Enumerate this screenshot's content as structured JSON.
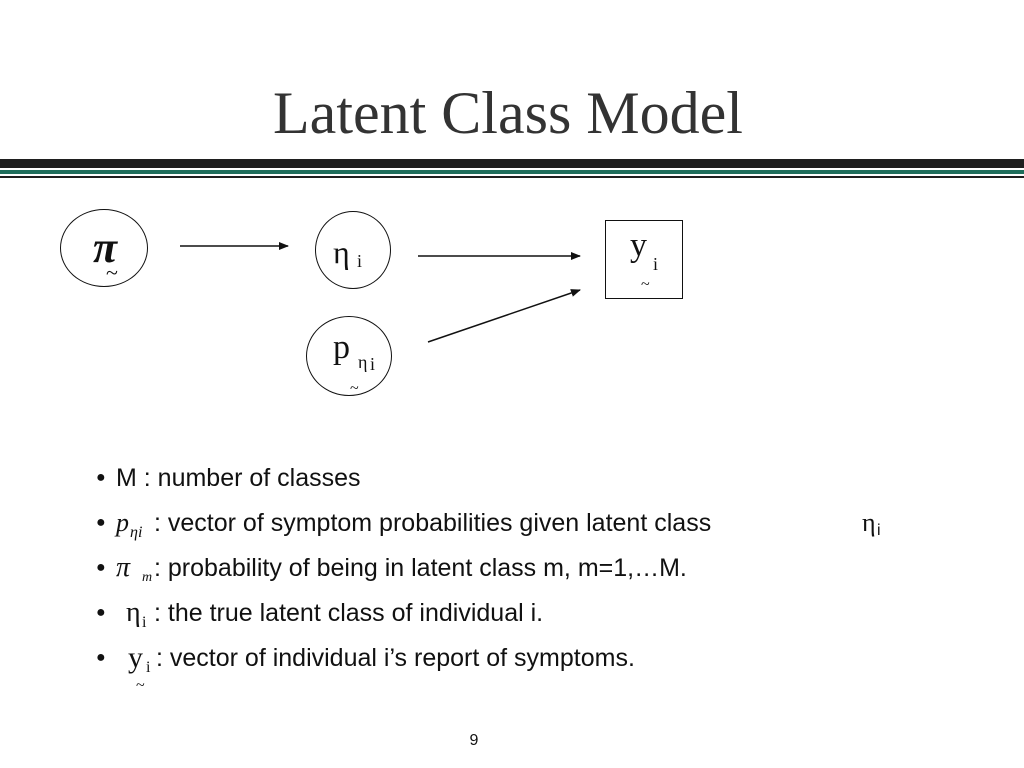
{
  "slide": {
    "title": "Latent Class Model",
    "page_number": "9"
  },
  "diagram": {
    "node_pi": {
      "symbol": "π",
      "accent": "~"
    },
    "node_eta": {
      "symbol": "η",
      "subscript": "i"
    },
    "node_p": {
      "symbol": "p",
      "subscript_symbol": "η",
      "subscript_index": "i",
      "accent": "~"
    },
    "node_y": {
      "symbol": "y",
      "subscript": "i",
      "accent": "~"
    }
  },
  "bullets": [
    {
      "symbol": "",
      "text": "M : number of classes"
    },
    {
      "symbol": "p",
      "symbol_sub": "ηi",
      "text": ": vector of symptom probabilities given latent class",
      "trail_symbol": "η",
      "trail_sub": "i"
    },
    {
      "symbol": "π",
      "symbol_sub": "m",
      "text": ":  probability of being in latent class m, m=1,…M."
    },
    {
      "symbol": "η",
      "symbol_sub": "i",
      "text": ":  the true latent class of individual i."
    },
    {
      "symbol": "y",
      "symbol_sub": "i",
      "symbol_accent": "~",
      "text": ": vector of individual i’s report of symptoms."
    }
  ]
}
